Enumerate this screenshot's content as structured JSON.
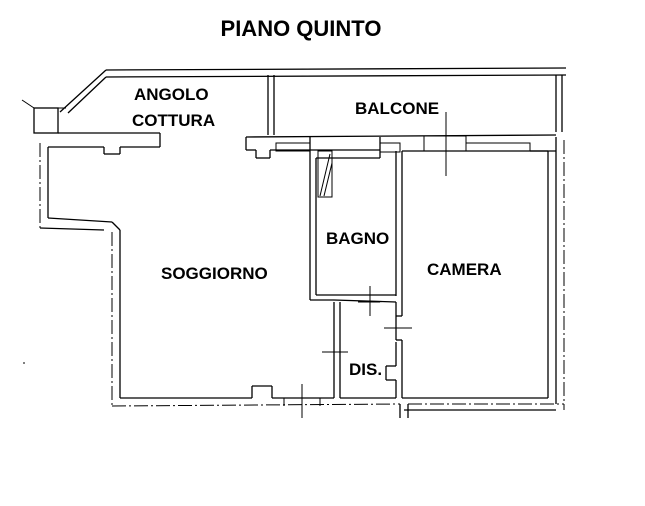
{
  "title": "PIANO QUINTO",
  "rooms": {
    "angolo": "ANGOLO",
    "cottura": "COTTURA",
    "balcone": "BALCONE",
    "bagno": "BAGNO",
    "soggiorno": "SOGGIORNO",
    "camera": "CAMERA",
    "dis": "DIS."
  },
  "colors": {
    "line": "#000000",
    "background": "#ffffff"
  }
}
